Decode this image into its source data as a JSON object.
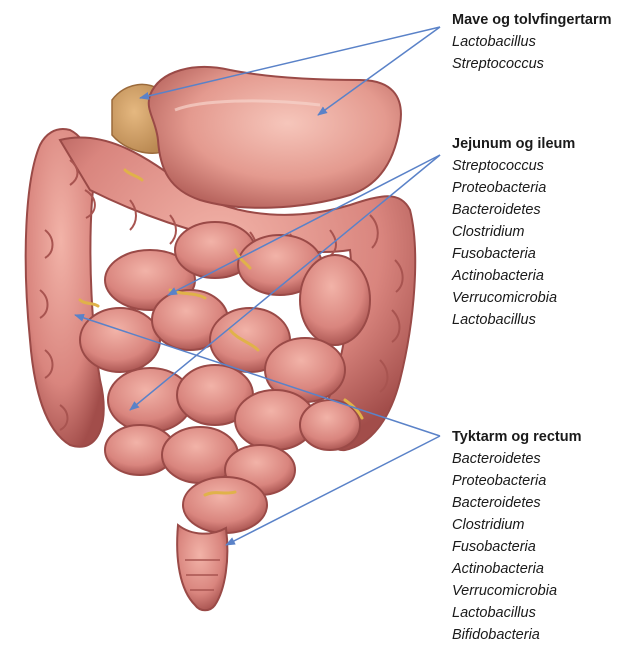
{
  "colors": {
    "arrow": "#5a82c8",
    "tissue": "#d9857e",
    "tissue_dark": "#a8514d",
    "tissue_light": "#f0b2a8",
    "fat": "#e0b24a"
  },
  "groups": [
    {
      "title": "Mave og tolvfingertarm",
      "items": [
        "Lactobacillus",
        "Streptococcus"
      ]
    },
    {
      "title": "Jejunum og ileum",
      "items": [
        "Streptococcus",
        "Proteobacteria",
        "Bacteroidetes",
        "Clostridium",
        "Fusobacteria",
        "Actinobacteria",
        "Verrucomicrobia",
        "Lactobacillus"
      ]
    },
    {
      "title": "Tyktarm og rectum",
      "items": [
        "Bacteroidetes",
        "Proteobacteria",
        "Bacteroidetes",
        "Clostridium",
        "Fusobacteria",
        "Actinobacteria",
        "Verrucomicrobia",
        "Lactobacillus",
        "Bifidobacteria"
      ]
    }
  ]
}
